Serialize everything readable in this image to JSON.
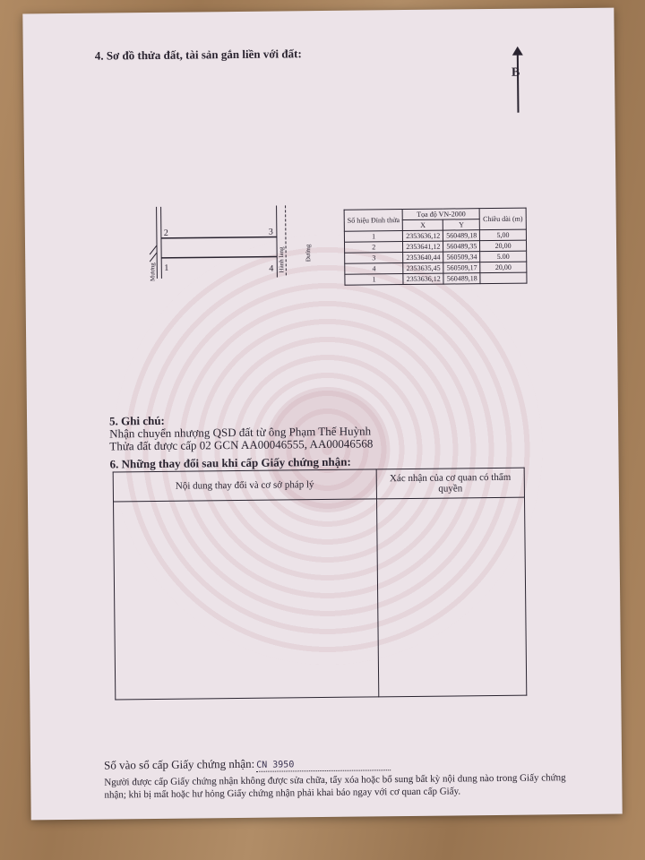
{
  "section4": {
    "heading": "4. Sơ đồ thửa đất, tài sản gắn liền với đất:"
  },
  "north_label": "B",
  "sketch": {
    "corners": [
      "1",
      "2",
      "3",
      "4"
    ],
    "labels": {
      "left": "Mương",
      "middle": "Hành lang",
      "right": "Đường"
    }
  },
  "coords_table": {
    "headers": {
      "point": "Số hiệu Đỉnh thửa",
      "coord": "Tọa độ VN-2000",
      "x": "X",
      "y": "Y",
      "length": "Chiều dài (m)"
    },
    "rows": [
      {
        "point": "1",
        "x": "2353636,12",
        "y": "560489,18"
      },
      {
        "point": "2",
        "x": "2353641,12",
        "y": "560489,35"
      },
      {
        "point": "3",
        "x": "2353640,44",
        "y": "560509,34"
      },
      {
        "point": "4",
        "x": "2353635,45",
        "y": "560509,17"
      },
      {
        "point": "1",
        "x": "2353636,12",
        "y": "560489,18"
      }
    ],
    "lengths": [
      "5,00",
      "20,00",
      "5.00",
      "20,00"
    ]
  },
  "section5": {
    "heading": "5. Ghi chú:",
    "line1": "Nhận chuyển nhượng QSD đất từ ông Phạm Thế Huỳnh",
    "line2": "Thửa đất được cấp 02 GCN AA00046555, AA00046568"
  },
  "section6": {
    "heading": "6. Những thay đổi sau khi cấp Giấy chứng nhận:",
    "col1": "Nội dung thay đổi và cơ sở pháp lý",
    "col2": "Xác nhận của cơ quan có thẩm quyền"
  },
  "footer": {
    "entry_label": "Số vào sổ cấp Giấy chứng nhận:",
    "entry_value": "CN 3950",
    "warning": "Người được cấp Giấy chứng nhận không được sửa chữa, tẩy xóa hoặc bổ sung bất kỳ nội dung nào trong Giấy chứng nhận; khi bị mất hoặc hư hỏng Giấy chứng nhận phải khai báo ngay với cơ quan cấp Giấy."
  }
}
